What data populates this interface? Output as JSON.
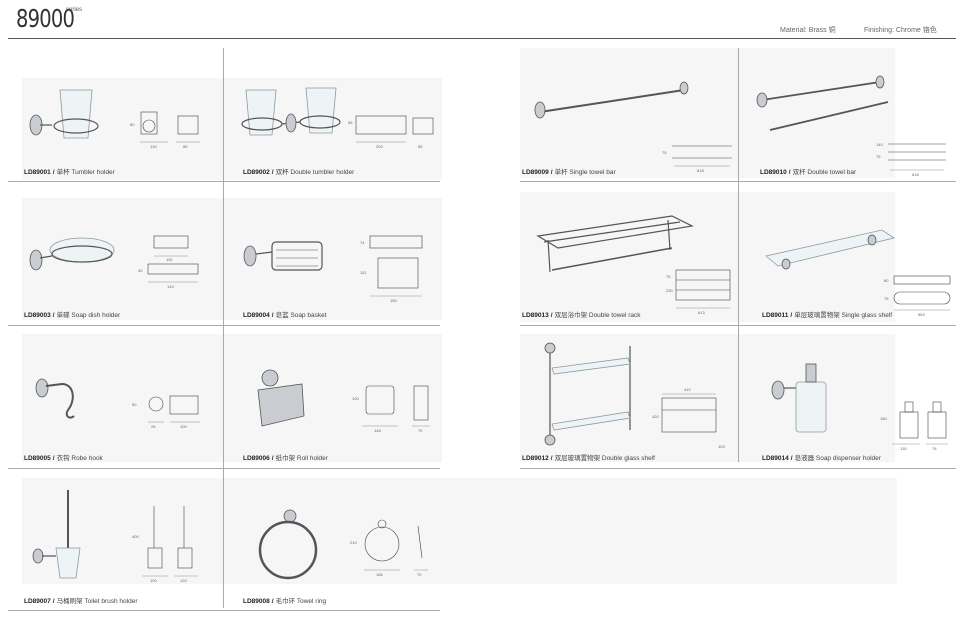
{
  "header": {
    "series_number": "89000",
    "series_word": "series",
    "material": "Material: Brass 铜",
    "finishing": "Finishing: Chrome 铬色"
  },
  "products": [
    {
      "code": "LD89001",
      "name": "单杯 Tumbler holder"
    },
    {
      "code": "LD89002",
      "name": "双杯 Double tumbler holder"
    },
    {
      "code": "LD89009",
      "name": "单杆 Single towel bar"
    },
    {
      "code": "LD89010",
      "name": "双杆 Double towel bar"
    },
    {
      "code": "LD89003",
      "name": "单碟 Soap dish holder"
    },
    {
      "code": "LD89004",
      "name": "皂篮 Soap basket"
    },
    {
      "code": "LD89013",
      "name": "双层浴巾架 Double towel rack"
    },
    {
      "code": "LD89011",
      "name": "单层玻璃置物架 Single glass shelf"
    },
    {
      "code": "LD89005",
      "name": "衣钩 Robe hook"
    },
    {
      "code": "LD89006",
      "name": "纸巾架 Roll holder"
    },
    {
      "code": "LD89012",
      "name": "双层玻璃置物架 Double glass shelf"
    },
    {
      "code": "LD89014",
      "name": "皂液器 Soap dispenser holder"
    },
    {
      "code": "LD89007",
      "name": "马桶刷架 Toilet brush holder"
    },
    {
      "code": "LD89008",
      "name": "毛巾环 Towel ring"
    }
  ],
  "dimensions": {
    "d1": [
      "60",
      "130",
      "85"
    ],
    "d2": [
      "55",
      "200",
      "85"
    ],
    "d9": [
      "75",
      "618"
    ],
    "d10": [
      "140",
      "75",
      "618"
    ],
    "d3": [
      "115",
      "40",
      "143"
    ],
    "d4": [
      "74",
      "112",
      "150"
    ],
    "d13": [
      "75",
      "230",
      "613"
    ],
    "d11": [
      "80",
      "75",
      "563"
    ],
    "d5": [
      "50",
      "28",
      "100"
    ],
    "d6": [
      "100",
      "148",
      "70"
    ],
    "d12": [
      "410",
      "420",
      "103"
    ],
    "d14": [
      "180",
      "130",
      "76"
    ],
    "d7": [
      "400",
      "100",
      "120"
    ],
    "d8": [
      "210",
      "186",
      "70"
    ]
  }
}
